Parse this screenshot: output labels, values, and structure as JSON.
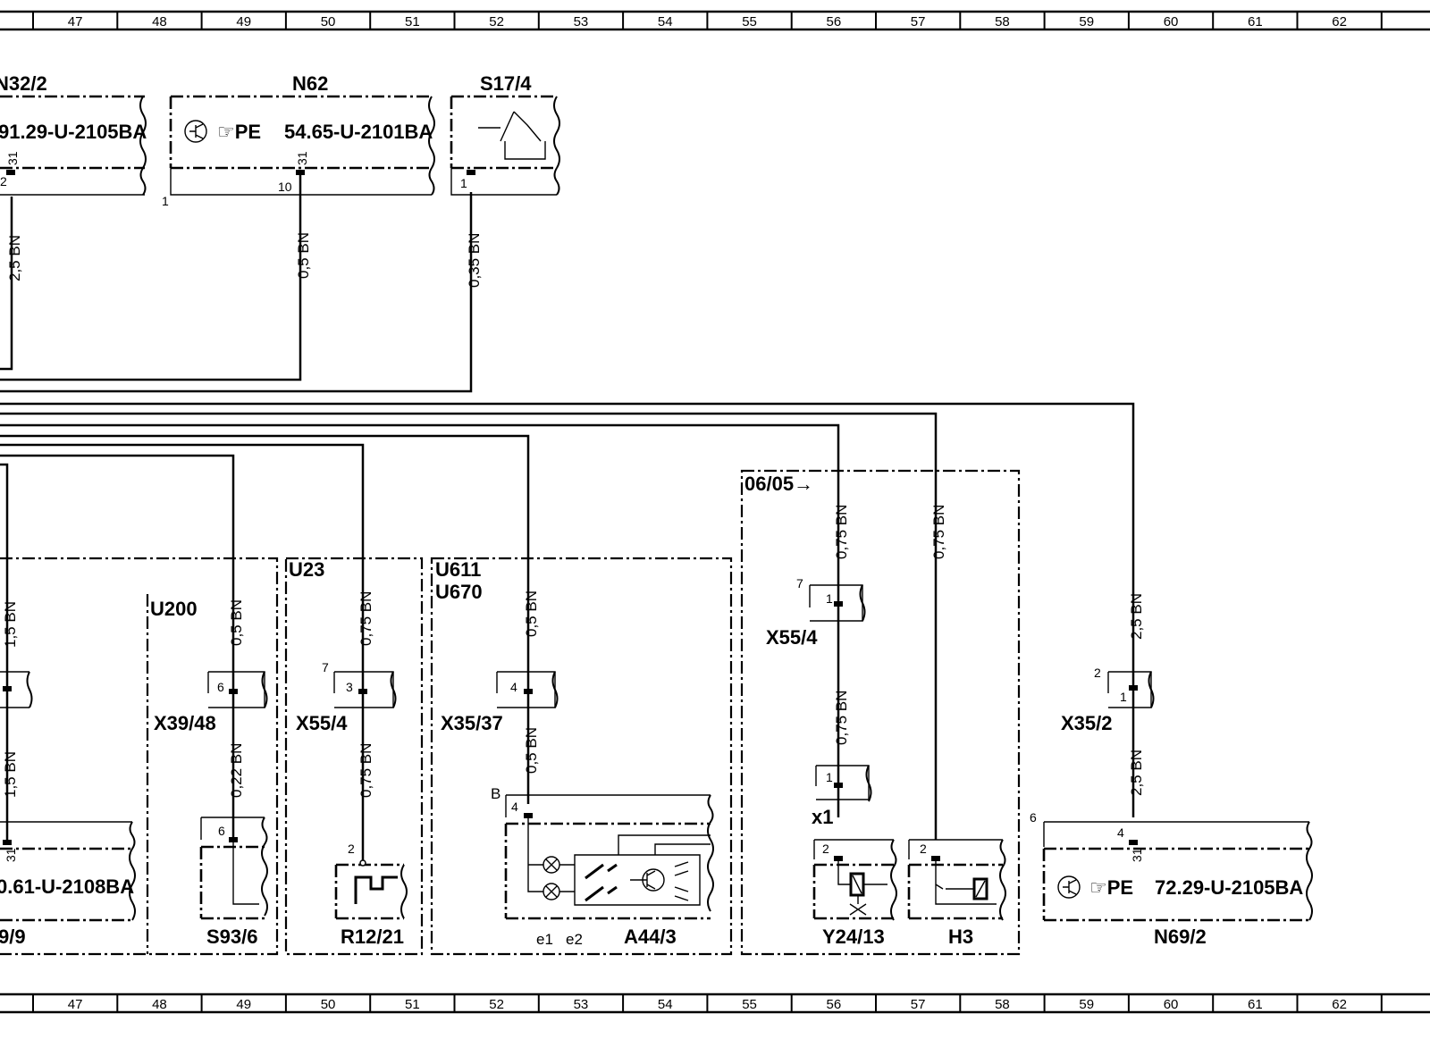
{
  "ruler": {
    "numbers": [
      "47",
      "48",
      "49",
      "50",
      "51",
      "52",
      "53",
      "54",
      "55",
      "56",
      "57",
      "58",
      "59",
      "60",
      "61",
      "62"
    ]
  },
  "components": {
    "n32_2": {
      "label": "N32/2",
      "ref": "91.29-U-2105BA",
      "pin_top": "31",
      "pin_bottom": "2"
    },
    "n62": {
      "label": "N62",
      "ref_prefix": "☞PE",
      "ref": "54.65-U-2101BA",
      "pin_top": "31",
      "pin_bottom": "10",
      "side_pin": "1"
    },
    "s17_4": {
      "label": "S17/4",
      "pin": "1"
    },
    "n69_9": {
      "label": "9/9",
      "ref": "0.61-U-2108BA",
      "pin": "31"
    },
    "u200": {
      "label": "U200"
    },
    "x39_48": {
      "label": "X39/48",
      "pin": "6"
    },
    "s93_6": {
      "label": "S93/6",
      "pin": "6"
    },
    "u23": {
      "label": "U23"
    },
    "x55_4_a": {
      "label": "X55/4",
      "pin": "3",
      "side_pin": "7"
    },
    "r12_21": {
      "label": "R12/21",
      "pin": "2"
    },
    "u611": {
      "label": "U611"
    },
    "u670": {
      "label": "U670"
    },
    "x35_37": {
      "label": "X35/37",
      "pin": "4"
    },
    "a44_3": {
      "label": "A44/3",
      "pin": "4",
      "side_pin": "B",
      "e1": "e1",
      "e2": "e2"
    },
    "version": {
      "label": "06/05→"
    },
    "x55_4_b": {
      "label": "X55/4",
      "pin": "1",
      "side_pin": "7"
    },
    "x1": {
      "label": "x1",
      "pin": "1"
    },
    "y24_13": {
      "label": "Y24/13",
      "pin": "2"
    },
    "h3": {
      "label": "H3",
      "pin": "2"
    },
    "x35_2": {
      "label": "X35/2",
      "pin": "1",
      "side_pin": "2"
    },
    "n69_2": {
      "label": "N69/2",
      "ref_prefix": "☞PE",
      "ref": "72.29-U-2105BA",
      "pin": "31",
      "pin_top": "4",
      "side_pin": "6"
    }
  },
  "wires": {
    "w1": "2,5 BN",
    "w2": "0,5 BN",
    "w3": "0,35 BN",
    "w4": "1,5 BN",
    "w5": "1,5 BN",
    "w6": "0,5 BN",
    "w7": "0,22 BN",
    "w8": "0,75 BN",
    "w9": "0,75 BN",
    "w10": "0,5 BN",
    "w11": "0,5 BN",
    "w12": "0,75 BN",
    "w13": "0,75 BN",
    "w14": "0,75 BN",
    "w15": "2,5 BN",
    "w16": "2,5 BN"
  }
}
